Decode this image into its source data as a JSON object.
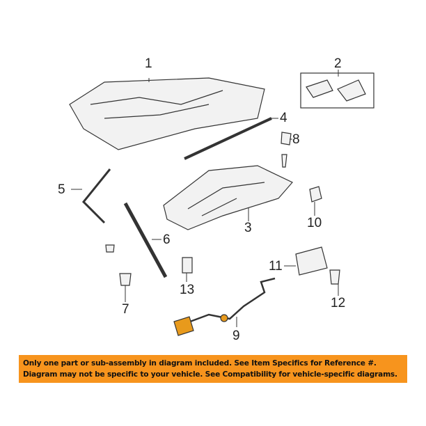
{
  "callouts": [
    "1",
    "2",
    "3",
    "4",
    "5",
    "6",
    "7",
    "8",
    "9",
    "10",
    "11",
    "12",
    "13"
  ],
  "banner": {
    "line1": "Only one part or sub-assembly in diagram included. See Item Specifics for Reference #.",
    "line2": "Diagram may not be specific to your vehicle. See Compatibility for vehicle-specific diagrams."
  },
  "colors": {
    "banner": "#f7941d",
    "highlight_part": "#e89a1c"
  }
}
